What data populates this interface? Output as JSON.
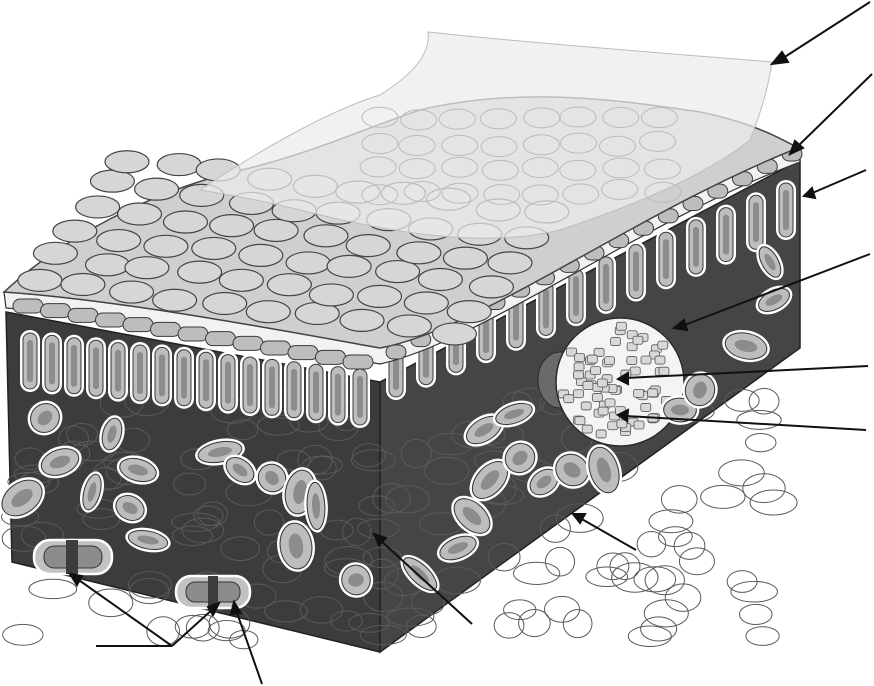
{
  "diagram": {
    "subject": "leaf-cross-section",
    "palette": {
      "background": "#ffffff",
      "cuticle": "#e6e6e6",
      "upper_surface": "#c9c9c9",
      "epidermis_cell": "#bdbdbd",
      "cell_outline": "#3a3a3a",
      "tissue_dark": "#3c3c3c",
      "tissue_mid": "#6a6a6a",
      "chloroplast": "#8c8c8c",
      "vein": "#d8d8d8",
      "leader_line": "#111111"
    },
    "parts": [
      {
        "id": "cuticle",
        "icon": "cuticle-sheet"
      },
      {
        "id": "upper-epidermis",
        "icon": "epidermis-layer"
      },
      {
        "id": "palisade-mesophyll",
        "icon": "palisade-cell"
      },
      {
        "id": "vascular-bundle",
        "icon": "vein"
      },
      {
        "id": "xylem",
        "icon": "xylem"
      },
      {
        "id": "phloem",
        "icon": "phloem"
      },
      {
        "id": "spongy-mesophyll",
        "icon": "spongy-cell"
      },
      {
        "id": "air-space",
        "icon": "air-space"
      },
      {
        "id": "lower-epidermis",
        "icon": "epidermis-layer"
      },
      {
        "id": "stoma",
        "icon": "stoma"
      },
      {
        "id": "guard-cell",
        "icon": "guard-cell"
      }
    ],
    "labels": []
  }
}
